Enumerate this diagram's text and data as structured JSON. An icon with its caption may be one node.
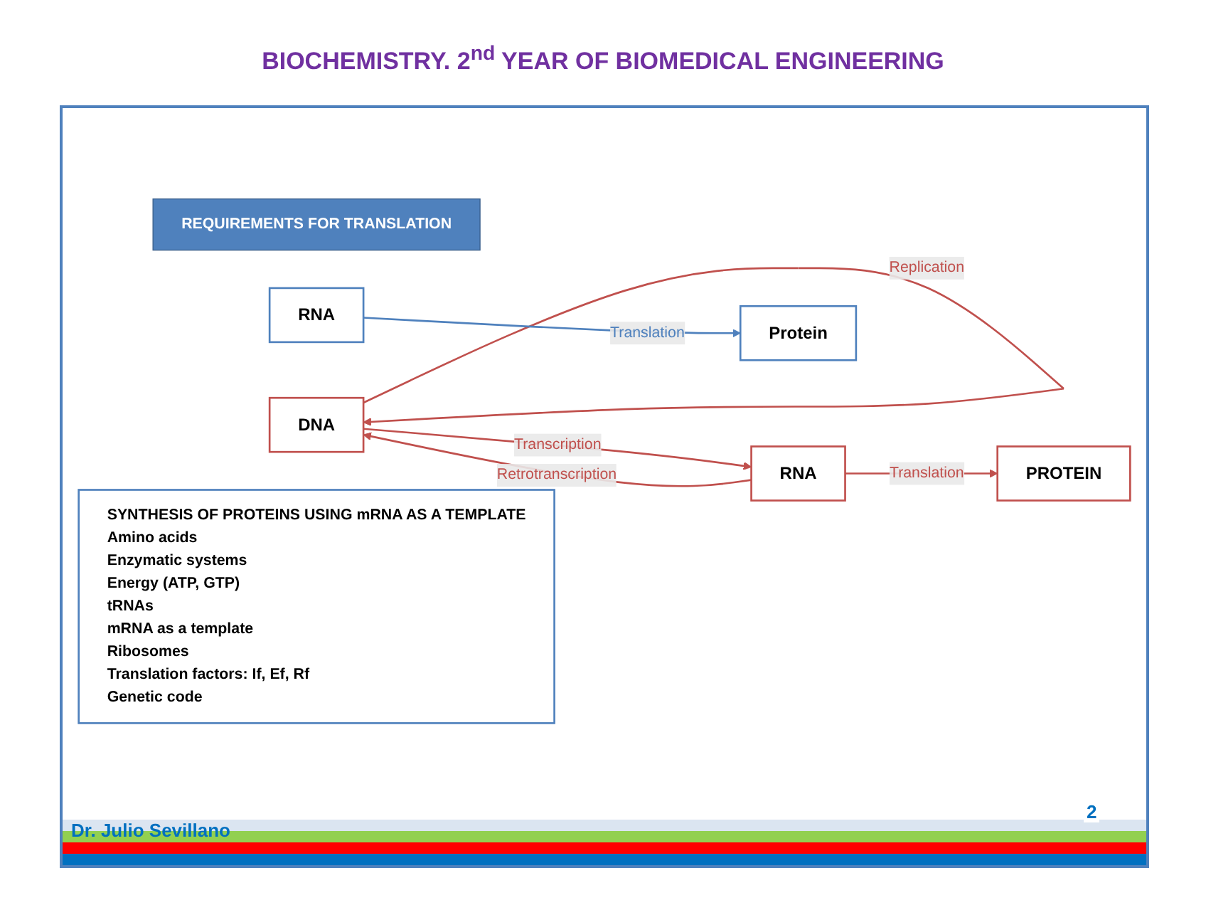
{
  "diagram": {
    "title": "BIOCHEMISTRY. 2$^{nd}$ YEAR OF BIOMEDICAL ENGINEERING",
    "nodes": [
      {
        "text": [
          "REQUIREMENTS FOR TRANSLATION"
        ]
      },
      {
        "text": [
          "DNA"
        ]
      },
      {
        "text": [
          "RNA"
        ]
      },
      {
        "text": [
          "PROTEIN"
        ]
      },
      {
        "text": [
          "SYNTHESIS OF PROTEINS USING mRNA AS A TEMPLATE",
          "Amino acids",
          "Enzymatic systems",
          "Energy (ATP, GTP)",
          "tRNAs",
          "mRNA as a template",
          "Ribosomes",
          "Translation factors: If, Ef, Rf",
          "Genetic code"
        ]
      },
      {
        "text": [
          "RNA"
        ]
      },
      {
        "text": [
          "Protein"
        ]
      }
    ],
    "edges": [
      {
        "from": 1,
        "to": 1,
        "arrow": "to",
        "label": "Replication"
      },
      {
        "from": 1,
        "to": 2,
        "arrow": "to",
        "label": "Transcription"
      },
      {
        "from": 2,
        "to": 1,
        "arrow": "to",
        "label": "Retrotranscription"
      },
      {
        "from": 2,
        "to": 3,
        "arrow": "to",
        "label": "Translation"
      },
      {
        "from": 5,
        "to": 6,
        "arrow": "to",
        "label": "Translation",
        "color": "#4f81bd"
      }
    ],
    "labels": [
      "Dr. Julio Sevillano",
      "2"
    ]
  }
}
